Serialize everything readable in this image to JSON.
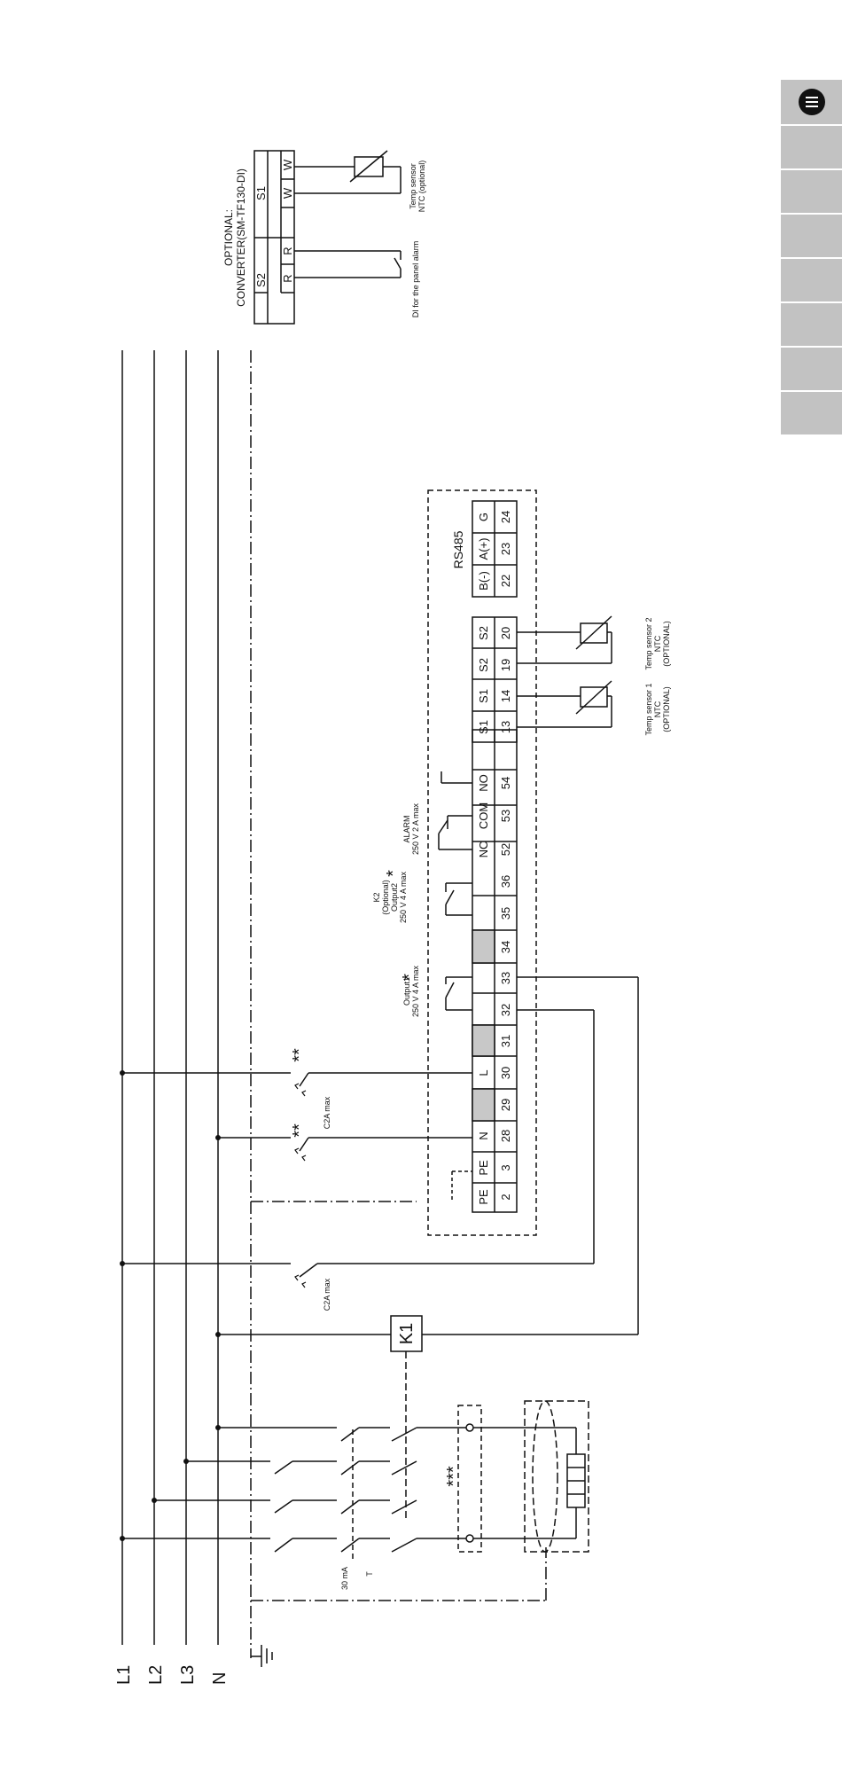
{
  "buses": [
    "L1",
    "L2",
    "L3",
    "N"
  ],
  "converter": {
    "title_line1": "OPTIONAL:",
    "title_line2": "CONVERTER(SM-TF130-DI)",
    "groups": [
      "S2",
      "S1"
    ],
    "terminals": [
      "R",
      "R",
      "W",
      "W"
    ],
    "temp_label_line1": "Temp sensor",
    "temp_label_line2": "NTC (optional)",
    "di_label": "DI for the panel alarm"
  },
  "controller": {
    "terminal_labels": [
      "PE",
      "PE",
      "N",
      "",
      "L",
      "",
      "",
      "",
      "",
      "",
      "NC",
      "COM",
      "NO"
    ],
    "terminal_numbers": [
      "2",
      "3",
      "28",
      "29",
      "30",
      "31",
      "32",
      "33",
      "34",
      "35",
      "36",
      "52",
      "53",
      "54"
    ],
    "sensor_labels": [
      "S1",
      "S1",
      "S2",
      "S2"
    ],
    "sensor_numbers": [
      "13",
      "14",
      "19",
      "20"
    ],
    "rs485_title": "RS485",
    "rs485_labels": [
      "B(-)",
      "A(+)",
      "G"
    ],
    "rs485_numbers": [
      "22",
      "23",
      "24"
    ]
  },
  "annotations": {
    "output1_line1": "Output1",
    "output1_line2": "250 V 4 A max",
    "k2_line1": "K2",
    "k2_line2": "(Optional)",
    "k2_line3": "Output2",
    "k2_line4": "250 V 4 A max",
    "alarm_line1": "ALARM",
    "alarm_line2": "250 V 2 A max",
    "c2a_1": "C2A max",
    "c2a_2": "C2A max",
    "sensor1_line1": "Temp sensor 1",
    "sensor1_line2": "NTC",
    "sensor1_line3": "(OPTIONAL)",
    "sensor2_line1": "Temp sensor 2",
    "sensor2_line2": "NTC",
    "sensor2_line3": "(OPTIONAL)",
    "k1": "K1",
    "rcd": "30 mA",
    "rcd_t": "T",
    "star_single_1": "*",
    "star_single_2": "*",
    "star_double_1": "**",
    "star_double_2": "**",
    "star_triple": "***"
  },
  "colors": {
    "nav": "#c2c2c2",
    "shade": "#c8c8c8",
    "line": "#111111"
  }
}
